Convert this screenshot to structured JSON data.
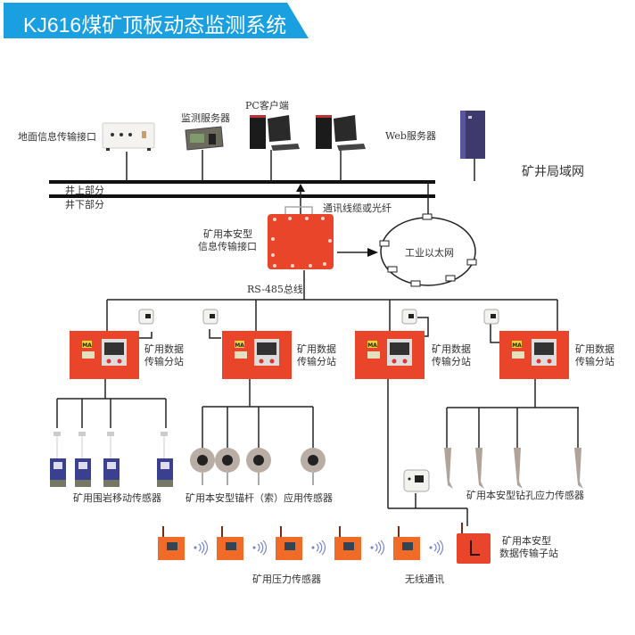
{
  "title": "KJ616煤矿顶板动态监测系统",
  "colors": {
    "banner": "#1aa0e0",
    "device_red": "#e8452a",
    "device_orange": "#f06a28",
    "line": "#222222"
  },
  "surface": {
    "ground_interface": "地面信息传输接口",
    "monitor_server": "监测服务器",
    "pc_client": "PC客户端",
    "web_server": "Web服务器",
    "mine_lan": "矿井局域网",
    "above_ground": "井上部分",
    "below_ground": "井下部分"
  },
  "middle": {
    "comm_cable": "通讯线缆或光纤",
    "intrinsic_interface_line1": "矿用本安型",
    "intrinsic_interface_line2": "信息传输接口",
    "industrial_ethernet": "工业以太网",
    "rs485": "RS-485总线"
  },
  "substations": [
    {
      "line1": "矿用数据",
      "line2": "传输分站"
    },
    {
      "line1": "矿用数据",
      "line2": "传输分站"
    },
    {
      "line1": "矿用数据",
      "line2": "传输分站"
    },
    {
      "line1": "矿用数据",
      "line2": "传输分站"
    }
  ],
  "sensors": {
    "rock_movement": "矿用围岩移动传感器",
    "anchor_bolt": "矿用本安型锚杆（索）应用传感器",
    "borehole_stress": "矿用本安型钻孔应力传感器",
    "pressure": "矿用压力传感器",
    "wireless": "无线通讯",
    "sub_station_line1": "矿用本安型",
    "sub_station_line2": "数据传输子站"
  },
  "badge_text": "MA"
}
